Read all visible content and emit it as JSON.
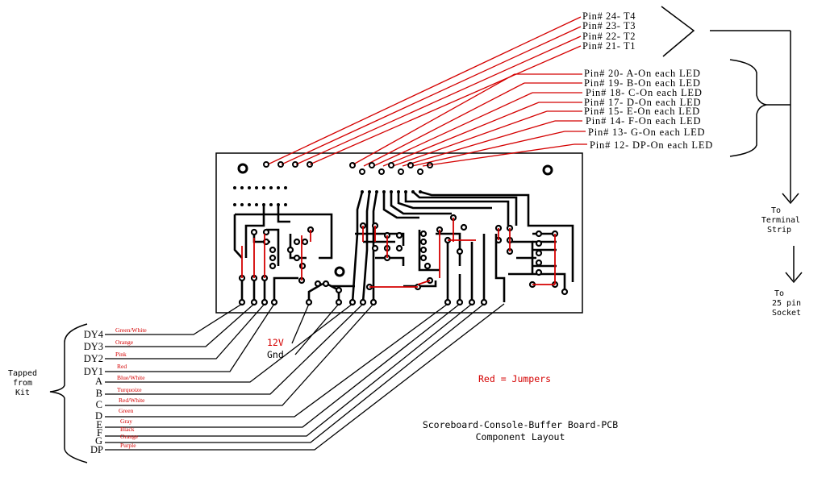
{
  "pins_top": [
    {
      "label": "Pin# 24- T4"
    },
    {
      "label": "Pin# 23- T3"
    },
    {
      "label": "Pin# 22- T2"
    },
    {
      "label": "Pin# 21- T1"
    }
  ],
  "pins_led": [
    {
      "label": "Pin# 20-  A-On each LED"
    },
    {
      "label": "Pin# 19-  B-On each LED"
    },
    {
      "label": "Pin# 18-  C-On each LED"
    },
    {
      "label": "Pin# 17-  D-On each LED"
    },
    {
      "label": "Pin# 15-  E-On each LED"
    },
    {
      "label": "Pin# 14-  F-On each LED"
    },
    {
      "label": "Pin# 13-  G-On each LED"
    },
    {
      "label": "Pin# 12- DP-On each LED"
    }
  ],
  "terminal": {
    "line1": "To",
    "line2": "Terminal",
    "line3": "Strip"
  },
  "socket": {
    "line1": "To",
    "line2": "25 pin",
    "line3": "Socket"
  },
  "tapped": {
    "line1": "Tapped",
    "line2": "from",
    "line3": "Kit"
  },
  "signals": [
    {
      "name": "DY4",
      "color": "Green/White"
    },
    {
      "name": "DY3",
      "color": "Orange"
    },
    {
      "name": "DY2",
      "color": "Pink"
    },
    {
      "name": "DY1",
      "color": "Red"
    },
    {
      "name": "A",
      "color": "Blue/White"
    },
    {
      "name": "B",
      "color": "Turquoize"
    },
    {
      "name": "C",
      "color": "Red/White"
    },
    {
      "name": "D",
      "color": "Green"
    },
    {
      "name": "E",
      "color": "Gray"
    },
    {
      "name": "F",
      "color": "Black"
    },
    {
      "name": "G",
      "color": "Orange"
    },
    {
      "name": "DP",
      "color": "Purple"
    }
  ],
  "power": {
    "v12": "12V",
    "gnd": "Gnd"
  },
  "legend": "Red = Jumpers",
  "title": {
    "line1": "Scoreboard-Console-Buffer Board-PCB",
    "line2": "Component Layout"
  },
  "colors": {
    "jumper": "#d40000",
    "trace": "#000000"
  }
}
